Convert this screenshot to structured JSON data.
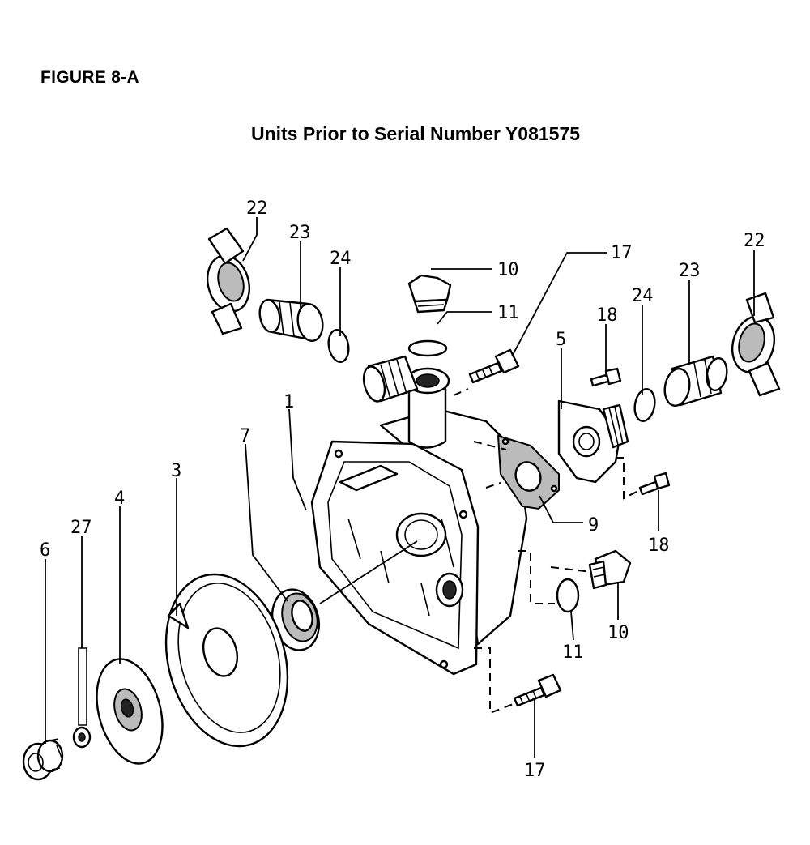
{
  "figure_label": "FIGURE 8-A",
  "subtitle": "Units Prior to Serial Number Y081575",
  "callouts": [
    "22",
    "23",
    "24",
    "10",
    "11",
    "17",
    "22",
    "23",
    "24",
    "18",
    "5",
    "1",
    "7",
    "3",
    "4",
    "27",
    "6",
    "9",
    "18",
    "10",
    "11",
    "17"
  ]
}
